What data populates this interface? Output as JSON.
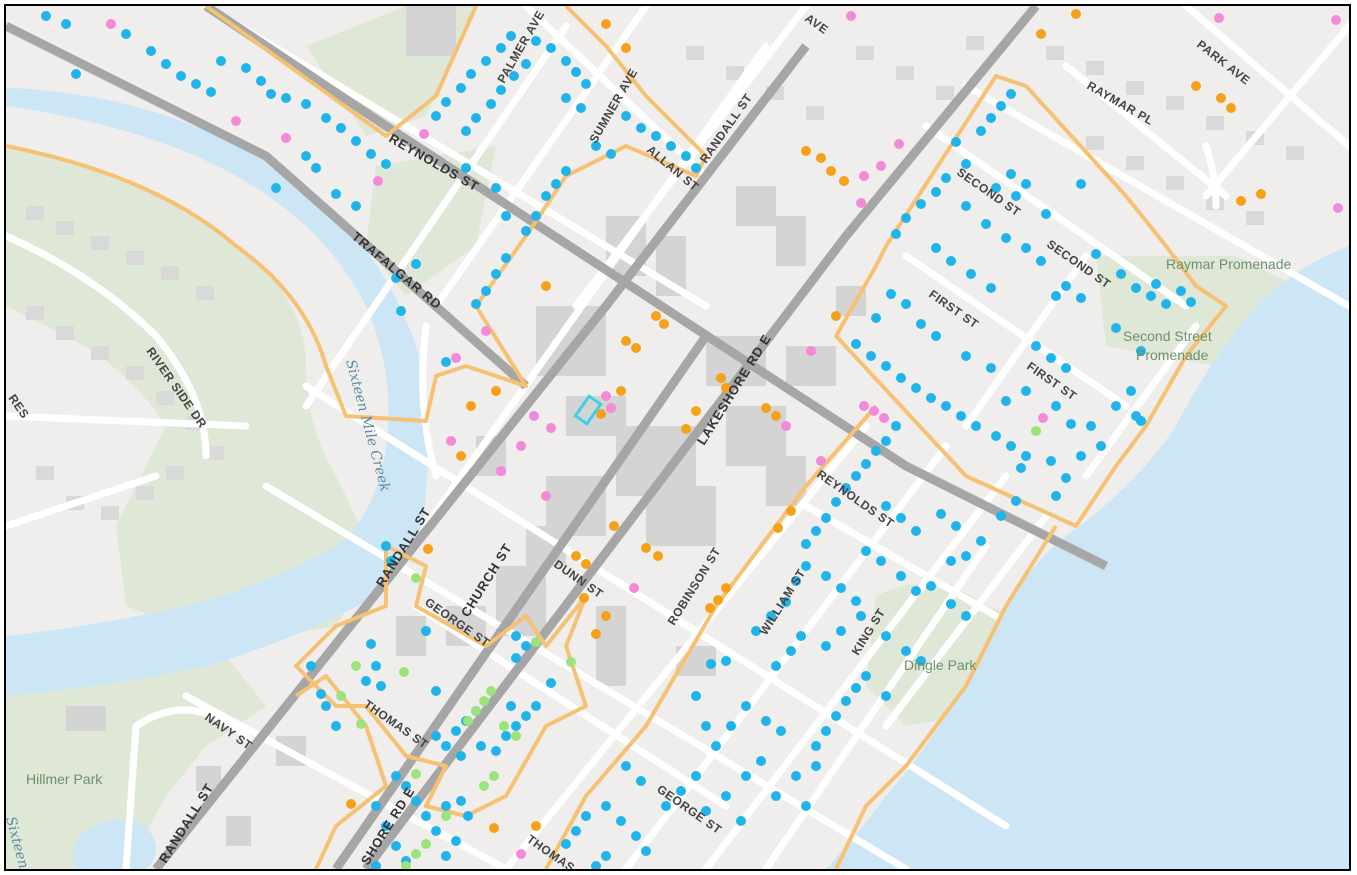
{
  "map": {
    "colors": {
      "land": "#efeeec",
      "water": "#cce6f6",
      "park": "#dfe8d6",
      "building": "#d4d4d4",
      "minor_road": "#ffffff",
      "major_road": "#a6a6a6",
      "boundary": "#f6c173",
      "dot_blue": "#20b4ea",
      "dot_orange": "#f5a21a",
      "dot_pink": "#f389d8",
      "dot_green": "#9be37a",
      "selection": "#3fd0e6"
    },
    "streets": {
      "palmer_ave": "PALMER AVE",
      "sumner_ave": "SUMNER AVE",
      "randall_st_top": "RANDALL ST",
      "allan_st": "ALLAN ST",
      "reynolds_st_top": "REYNOLDS ST",
      "trafalgar_rd": "TRAFALGAR RD",
      "park_ave": "PARK AVE",
      "raymar_pl": "RAYMAR PL",
      "second_st_1": "SECOND ST",
      "second_st_2": "SECOND ST",
      "first_st_1": "FIRST ST",
      "first_st_2": "FIRST ST",
      "lakeshore_rd_e": "LAKESHORE RD E",
      "riverside_dr": "RIVER SIDE DR",
      "res_fragment": "RES",
      "ave_fragment": "AVE",
      "randall_st_mid": "RANDALL ST",
      "church_st": "CHURCH ST",
      "dunn_st": "DUNN ST",
      "robinson_st": "ROBINSON ST",
      "reynolds_st_bottom": "REYNOLDS ST",
      "william_st": "WILLIAM ST",
      "king_st": "KING ST",
      "george_st_left": "GEORGE ST",
      "thomas_st_left": "THOMAS ST",
      "navy_st": "NAVY ST",
      "randall_st_bottom": "RANDALL ST",
      "shore_rd_e": "SHORE RD E",
      "george_st_bottom": "GEORGE ST",
      "thomas_st_bottom": "THOMAS ST"
    },
    "parks": {
      "raymar_promenade": "Raymar Promenade",
      "second_street_line1": "Second Street",
      "second_street_line2": "Promenade",
      "dingle_park": "Dingle Park",
      "hillmer_park": "Hillmer Park"
    },
    "water": {
      "creek_main": "Sixteen Mile Creek",
      "creek_corner": "Sixteen M"
    }
  }
}
